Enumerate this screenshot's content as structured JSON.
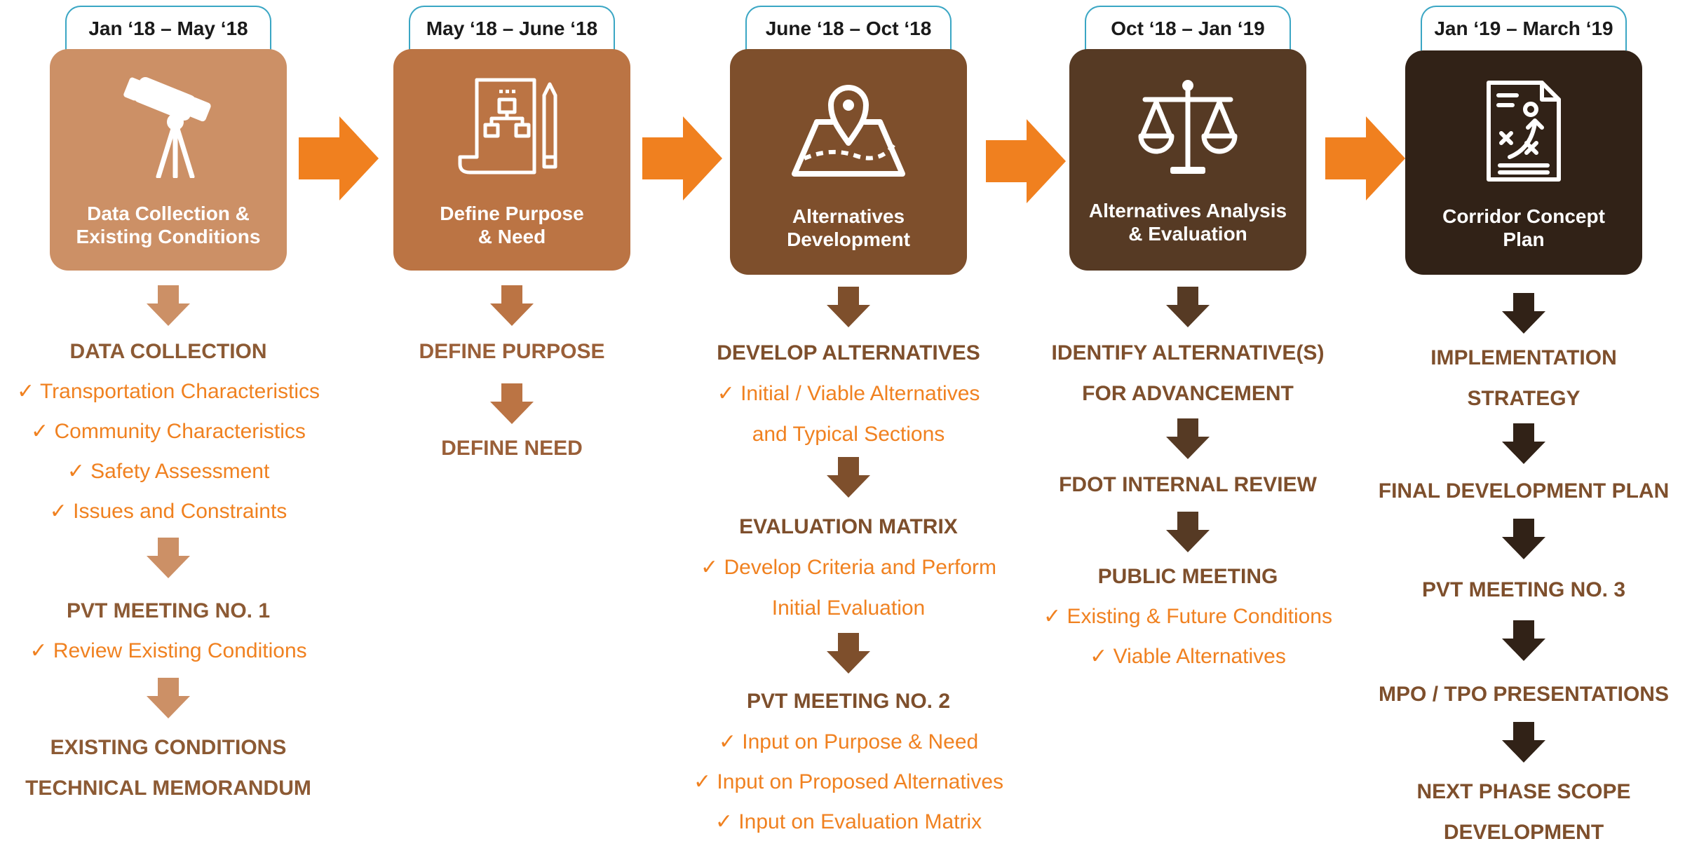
{
  "colors": {
    "phase1": "#cc9066",
    "phase2": "#bb7444",
    "phase3": "#7e4f2c",
    "phase4": "#563a24",
    "phase5": "#312217",
    "connector": "#f0801f",
    "check_text": "#f08120",
    "tab_border": "#3aa6c4"
  },
  "phases": [
    {
      "date": "Jan ‘18 – May ‘18",
      "title": "Data Collection &\nExisting Conditions",
      "icon": "telescope-icon",
      "steps": [
        {
          "heading": "DATA COLLECTION",
          "items": [
            "✓ Transportation Characteristics",
            "✓ Community Characteristics",
            "✓ Safety Assessment",
            "✓ Issues and Constraints"
          ]
        },
        {
          "heading": "PVT MEETING NO. 1",
          "items": [
            "✓ Review Existing Conditions"
          ]
        },
        {
          "heading": "EXISTING CONDITIONS\nTECHNICAL MEMORANDUM",
          "items": []
        }
      ]
    },
    {
      "date": "May ‘18 – June ‘18",
      "title": "Define Purpose\n& Need",
      "icon": "blueprint-pencil-icon",
      "steps": [
        {
          "heading": "DEFINE PURPOSE",
          "items": []
        },
        {
          "heading": "DEFINE NEED",
          "items": []
        }
      ]
    },
    {
      "date": "June ‘18 – Oct ‘18",
      "title": "Alternatives\nDevelopment",
      "icon": "map-pin-icon",
      "steps": [
        {
          "heading": "DEVELOP ALTERNATIVES",
          "items": [
            "✓ Initial / Viable Alternatives\nand Typical Sections"
          ]
        },
        {
          "heading": "EVALUATION MATRIX",
          "items": [
            "✓ Develop Criteria and Perform\nInitial Evaluation"
          ]
        },
        {
          "heading": "PVT MEETING NO. 2",
          "items": [
            "✓ Input on Purpose & Need",
            "✓ Input on Proposed Alternatives",
            "✓ Input on Evaluation Matrix"
          ]
        }
      ]
    },
    {
      "date": "Oct ‘18 – Jan ‘19",
      "title": "Alternatives Analysis\n& Evaluation",
      "icon": "scales-icon",
      "steps": [
        {
          "heading": "IDENTIFY ALTERNATIVE(S)\nFOR ADVANCEMENT",
          "items": []
        },
        {
          "heading": "FDOT INTERNAL REVIEW",
          "items": []
        },
        {
          "heading": "PUBLIC MEETING",
          "items": [
            "✓ Existing & Future Conditions",
            "✓ Viable Alternatives"
          ]
        }
      ]
    },
    {
      "date": "Jan ‘19 – March ‘19",
      "title": "Corridor Concept\nPlan",
      "icon": "strategy-plan-icon",
      "steps": [
        {
          "heading": "IMPLEMENTATION\nSTRATEGY",
          "items": []
        },
        {
          "heading": "FINAL DEVELOPMENT PLAN",
          "items": []
        },
        {
          "heading": "PVT MEETING NO. 3",
          "items": []
        },
        {
          "heading": "MPO / TPO PRESENTATIONS",
          "items": []
        },
        {
          "heading": "NEXT PHASE SCOPE\nDEVELOPMENT",
          "items": []
        }
      ]
    }
  ]
}
